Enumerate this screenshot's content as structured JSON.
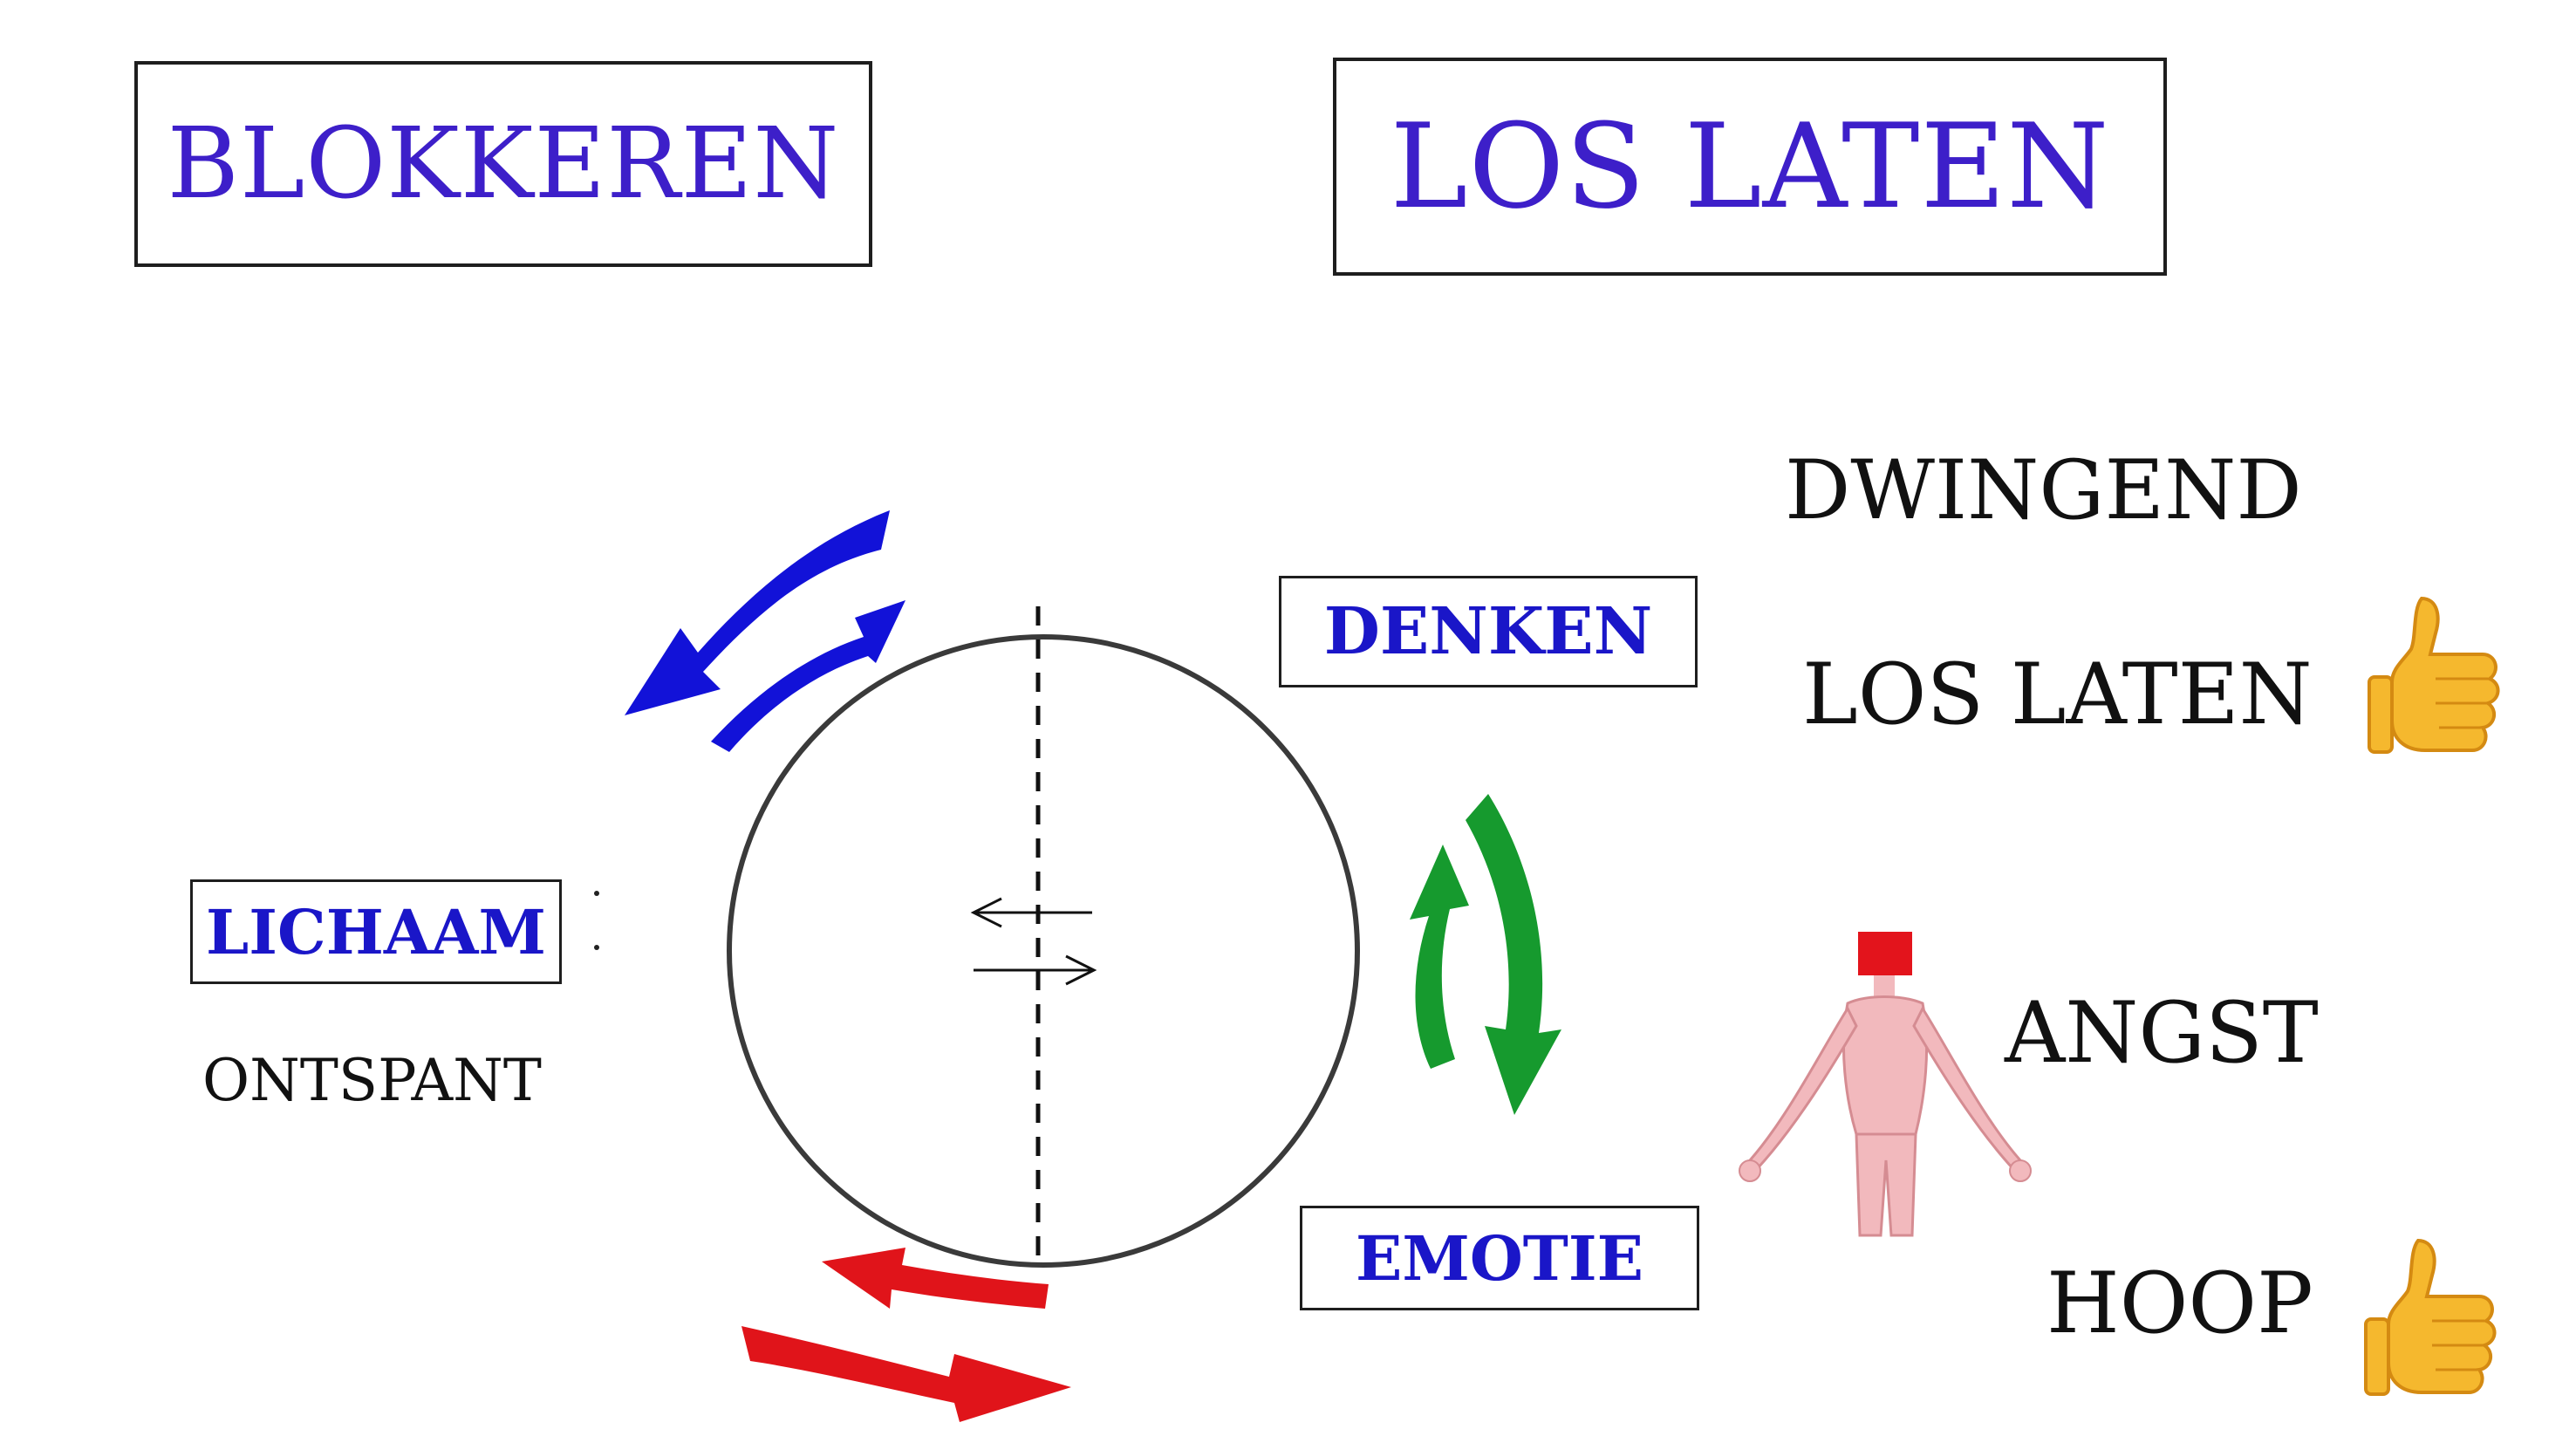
{
  "titles": {
    "left": "BLOKKEREN",
    "right": "LOS LATEN"
  },
  "nodes": {
    "denken": "DENKEN",
    "lichaam": "LICHAAM",
    "emotie": "EMOTIE"
  },
  "labels": {
    "ontspant": "ONTSPANT",
    "dwingend": "DWINGEND",
    "los_laten": "LOS LATEN",
    "angst": "ANGST",
    "hoop": "HOOP"
  },
  "colors": {
    "title_text": "#3d1fc9",
    "node_text": "#1a16c8",
    "arrow_blue": "#1212d8",
    "arrow_green": "#169a2e",
    "arrow_red": "#e0141a",
    "thumb": "#f5b82e",
    "figure_skin": "#f2b9bd",
    "figure_head_block": "#e3141c"
  },
  "icons": [
    "thumbs-up-icon",
    "thumbs-up-icon",
    "human-figure-icon"
  ]
}
